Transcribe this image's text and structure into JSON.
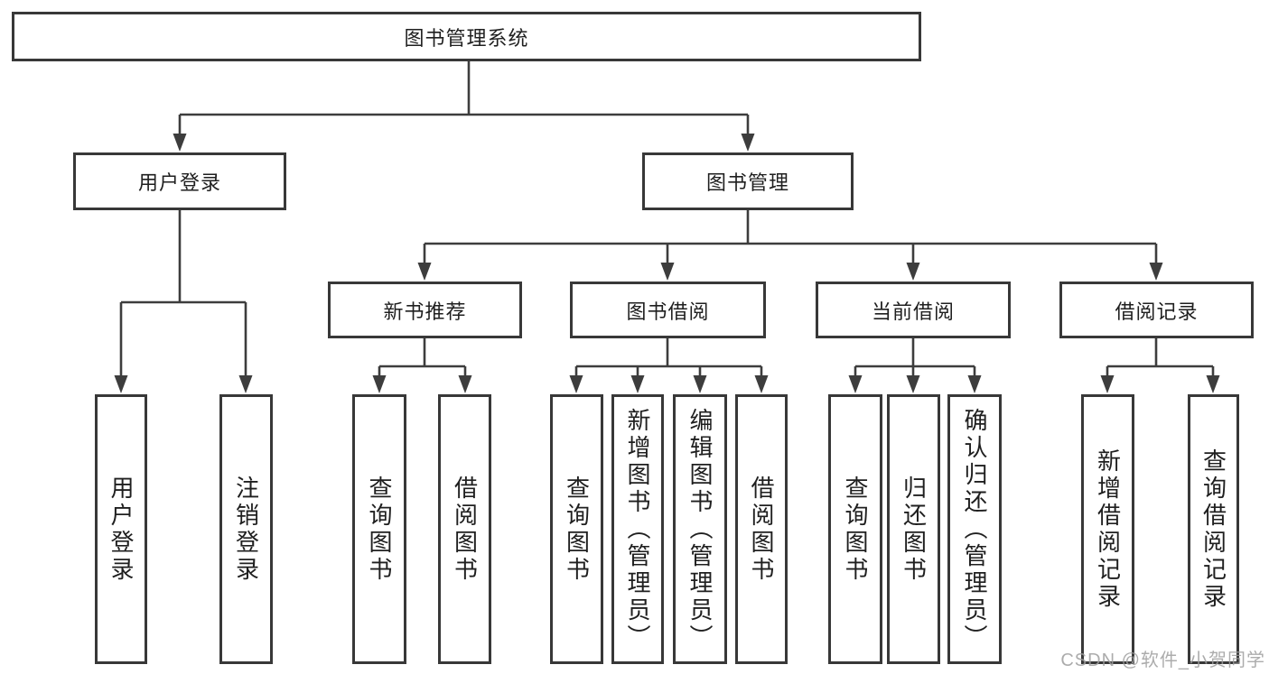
{
  "tree": {
    "label": "图书管理系统",
    "children": [
      {
        "label": "用户登录",
        "children": [
          {
            "label": "用户登录"
          },
          {
            "label": "注销登录"
          }
        ]
      },
      {
        "label": "图书管理",
        "children": [
          {
            "label": "新书推荐",
            "children": [
              {
                "label": "查询图书"
              },
              {
                "label": "借阅图书"
              }
            ]
          },
          {
            "label": "图书借阅",
            "children": [
              {
                "label": "查询图书"
              },
              {
                "label": "新增图书（管理员）"
              },
              {
                "label": "编辑图书（管理员）"
              },
              {
                "label": "借阅图书"
              }
            ]
          },
          {
            "label": "当前借阅",
            "children": [
              {
                "label": "查询图书"
              },
              {
                "label": "归还图书"
              },
              {
                "label": "确认归还（管理员）"
              }
            ]
          },
          {
            "label": "借阅记录",
            "children": [
              {
                "label": "新增借阅记录"
              },
              {
                "label": "查询借阅记录"
              }
            ]
          }
        ]
      }
    ]
  },
  "watermark": {
    "text": "CSDN @软件_小贺同学"
  },
  "colors": {
    "line": "#3d3d3d",
    "box_border": "#383838",
    "text": "#1f1f1f",
    "watermark": "#9e9e9e",
    "background": "#ffffff"
  }
}
